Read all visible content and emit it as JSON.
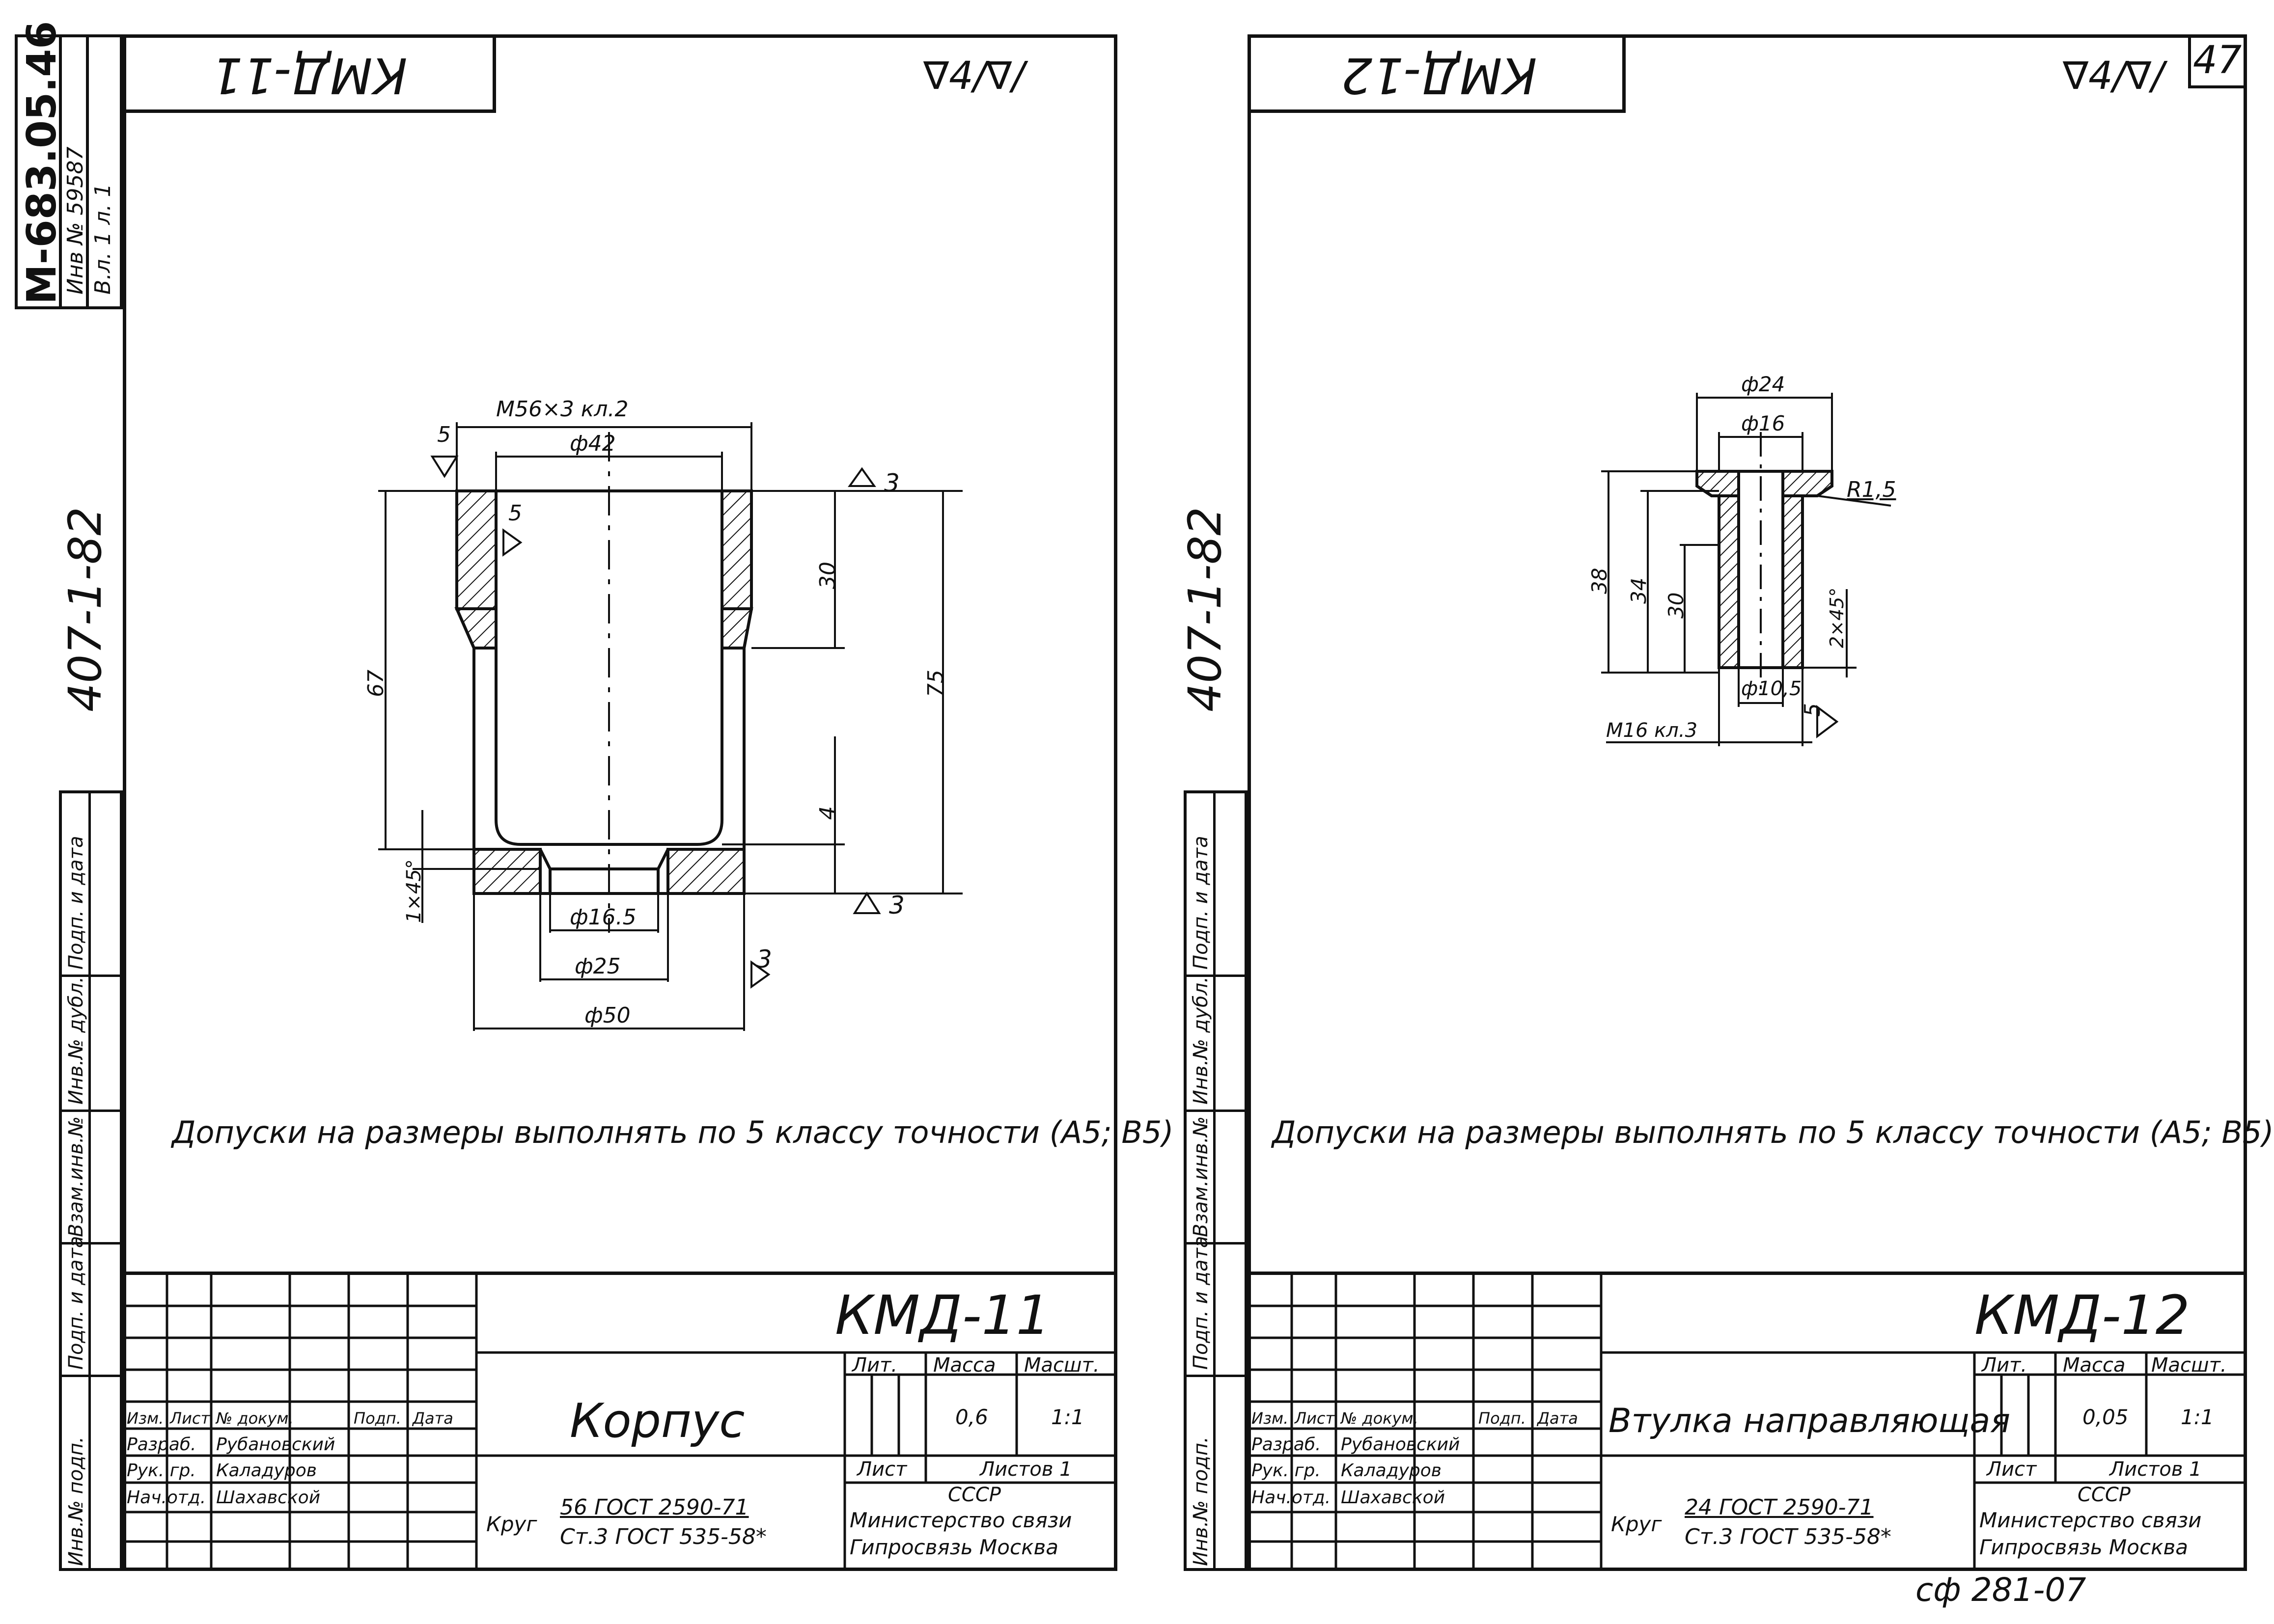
{
  "left_sheet": {
    "header_code": "КМД-11",
    "roughness_mark": "∇4/∇/",
    "doc_number": "М-683.05.46",
    "inv_number": "Инв № 59587",
    "sheet_mark": "В.л. 1 л. 1",
    "series": "407-1-82",
    "dims": {
      "thread": "М56×3   кл.2",
      "d42": "ф42",
      "d16_5": "ф16.5",
      "d25": "ф25",
      "d50": "ф50",
      "h30": "30",
      "h67": "67",
      "h75": "75",
      "h4": "4",
      "chamfer": "1×45°",
      "r5a": "5",
      "r5b": "5",
      "r3a": "3",
      "r3b": "3",
      "r3c": "3"
    },
    "tolerance_note": "Допуски на размеры выполнять по 5 классу точности (А5; В5)",
    "title_block": {
      "designation": "КМД-11",
      "name": "Корпус",
      "lit_label": "Лит.",
      "mass_label": "Масса",
      "scale_label": "Масшт.",
      "mass_value": "0,6",
      "scale_value": "1:1",
      "sheet_label": "Лист",
      "sheets_label": "Листов 1",
      "material_prefix": "Круг",
      "material_line1": "56 ГОСТ 2590-71",
      "material_line2": "Ст.3 ГОСТ 535-58*",
      "org_line1": "СССР",
      "org_line2": "Министерство связи",
      "org_line3": "Гипросвязь Москва",
      "col_headers": [
        "Изм.",
        "Лист",
        "№ докум.",
        "Подп.",
        "Дата"
      ],
      "rows": [
        {
          "role": "Разраб.",
          "name": "Рубановский"
        },
        {
          "role": "Рук. гр.",
          "name": "Каладуров"
        },
        {
          "role": "Нач.отд.",
          "name": "Шахавской"
        }
      ]
    },
    "side_labels": [
      "Инв.№ подп.",
      "Подп. и дата",
      "Взам.инв.№",
      "Инв.№ дубл.",
      "Подп. и дата"
    ]
  },
  "right_sheet": {
    "header_code": "КМД-12",
    "roughness_mark": "∇4/∇/",
    "page_number": "47",
    "series": "407-1-82",
    "dims": {
      "d24": "ф24",
      "d16": "ф16",
      "d10_5": "ф10,5",
      "thread": "М16 кл.3",
      "r1_5": "R1,5",
      "h38": "38",
      "h34": "34",
      "h30": "30",
      "chamfer": "2×45°",
      "r5": "5"
    },
    "tolerance_note": "Допуски на размеры выполнять по 5 классу точности (А5; В5)",
    "title_block": {
      "designation": "КМД-12",
      "name": "Втулка направляющая",
      "lit_label": "Лит.",
      "mass_label": "Масса",
      "scale_label": "Масшт.",
      "mass_value": "0,05",
      "scale_value": "1:1",
      "sheet_label": "Лист",
      "sheets_label": "Листов 1",
      "material_prefix": "Круг",
      "material_line1": "24 ГОСТ 2590-71",
      "material_line2": "Ст.3 ГОСТ 535-58*",
      "org_line1": "СССР",
      "org_line2": "Министерство связи",
      "org_line3": "Гипросвязь Москва",
      "col_headers": [
        "Изм.",
        "Лист",
        "№ докум.",
        "Подп.",
        "Дата"
      ],
      "rows": [
        {
          "role": "Разраб.",
          "name": "Рубановский"
        },
        {
          "role": "Рук. гр.",
          "name": "Каладуров"
        },
        {
          "role": "Нач.отд.",
          "name": "Шахавской"
        }
      ]
    },
    "side_labels": [
      "Инв.№ подп.",
      "Подп. и дата",
      "Взам.инв.№",
      "Инв.№ дубл.",
      "Подп. и дата"
    ],
    "footer_code": "сф 281-07"
  }
}
